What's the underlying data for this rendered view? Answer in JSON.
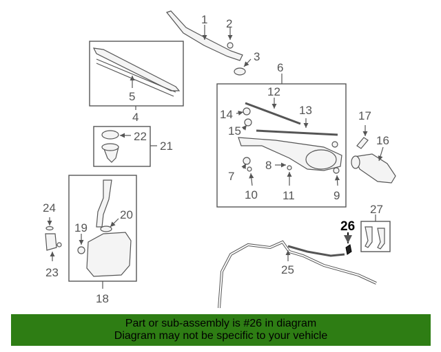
{
  "callouts": {
    "c1": "1",
    "c2": "2",
    "c3": "3",
    "c4": "4",
    "c5": "5",
    "c6": "6",
    "c7": "7",
    "c8": "8",
    "c9": "9",
    "c10": "10",
    "c11": "11",
    "c12": "12",
    "c13": "13",
    "c14": "14",
    "c15": "15",
    "c16": "16",
    "c17": "17",
    "c18": "18",
    "c19": "19",
    "c20": "20",
    "c21": "21",
    "c22": "22",
    "c23": "23",
    "c24": "24",
    "c25": "25",
    "c26": "26",
    "c27": "27"
  },
  "highlight_part": "26",
  "banner": {
    "line1": "Part or sub-assembly is #26 in diagram",
    "line2": "Diagram may not be specific to your vehicle",
    "background": "#2e7d14"
  }
}
